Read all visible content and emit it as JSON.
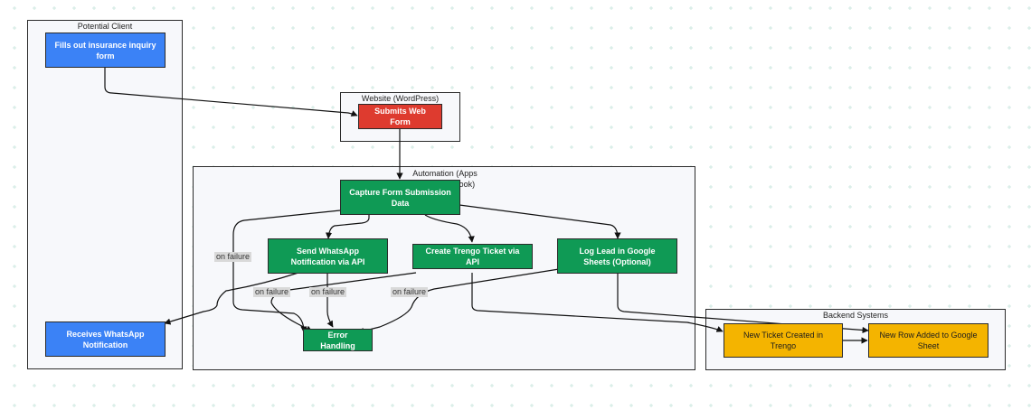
{
  "clusters": {
    "client": "Potential Client",
    "website": "Website (WordPress)",
    "automation": "Automation (Apps Script/Webhook)",
    "backend": "Backend Systems"
  },
  "nodes": {
    "fills_form": "Fills out insurance inquiry form",
    "receives_whatsapp": "Receives WhatsApp Notification",
    "submits_form": "Submits Web Form",
    "capture": "Capture Form Submission Data",
    "send_whatsapp": "Send WhatsApp Notification via API",
    "create_ticket": "Create Trengo Ticket via API",
    "log_lead": "Log Lead in Google Sheets (Optional)",
    "error_handling": "Error Handling",
    "new_ticket": "New Ticket Created in Trengo",
    "new_row": "New Row Added to Google Sheet"
  },
  "edge_labels": {
    "failure_capture": "on failure",
    "failure_whatsapp": "on failure",
    "failure_ticket": "on failure",
    "failure_log": "on failure"
  },
  "colors": {
    "client_node": "#3b82f6",
    "website_node": "#de3b2f",
    "automation_node": "#0f9a55",
    "backend_node": "#f4b400"
  }
}
